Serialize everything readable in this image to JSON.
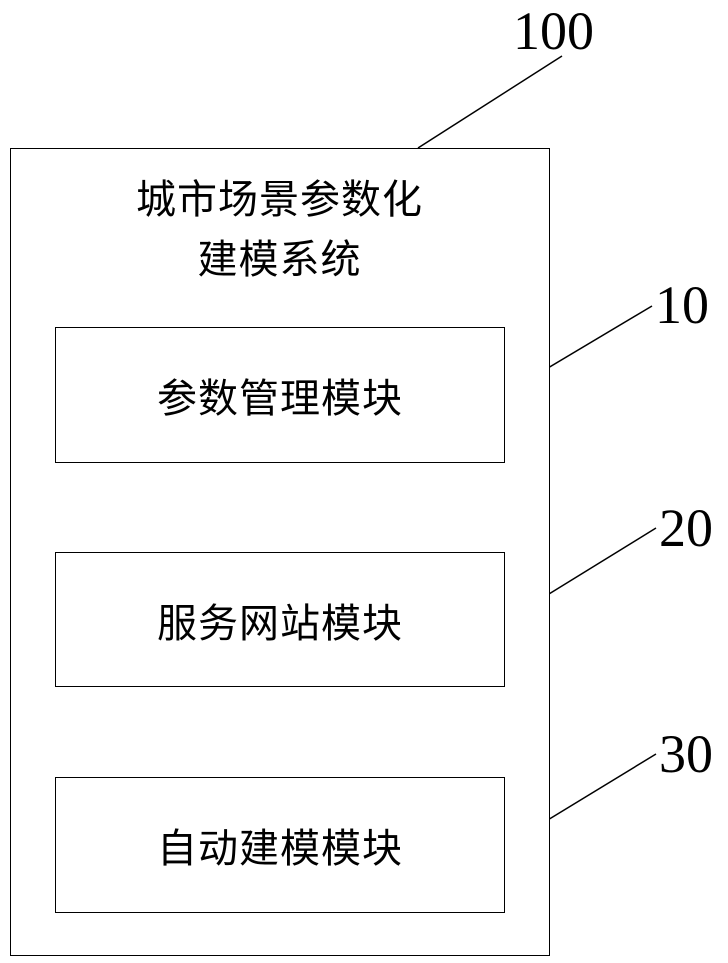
{
  "system": {
    "title_line1": "城市场景参数化",
    "title_line2": "建模系统",
    "ref": "100"
  },
  "modules": [
    {
      "label": "参数管理模块",
      "ref": "10"
    },
    {
      "label": "服务网站模块",
      "ref": "20"
    },
    {
      "label": "自动建模模块",
      "ref": "30"
    }
  ]
}
